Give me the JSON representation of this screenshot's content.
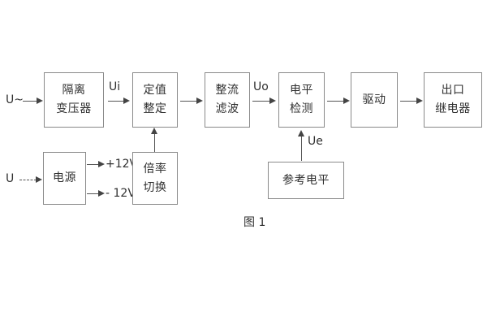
{
  "figure": {
    "caption": "图 1",
    "colors": {
      "background": "#ffffff",
      "box_border": "#8a8a8a",
      "text": "#2f2f2f",
      "connector": "#555555"
    }
  },
  "signal_chain": {
    "input_label": "U~",
    "blocks": [
      {
        "id": "isolation-transformer",
        "line1": "隔离",
        "line2": "变压器"
      },
      {
        "id": "setpoint-adjust",
        "line1": "定值",
        "line2": "整定"
      },
      {
        "id": "rectify-filter",
        "line1": "整流",
        "line2": "滤波"
      },
      {
        "id": "level-detect",
        "line1": "电平",
        "line2": "检测"
      },
      {
        "id": "drive",
        "line1": "驱动",
        "line2": ""
      },
      {
        "id": "output-relay",
        "line1": "出口",
        "line2": "继电器"
      }
    ],
    "signal_labels": {
      "ui": "Ui",
      "uo": "Uo",
      "ue": "Ue"
    }
  },
  "power_section": {
    "input_label": "U",
    "supply_block": {
      "id": "power-supply",
      "line1": "电源"
    },
    "rails": [
      {
        "id": "rail-positive",
        "label": "+12V"
      },
      {
        "id": "rail-negative",
        "label": "- 12V"
      }
    ],
    "multiplier_block": {
      "id": "multiplier-switch",
      "line1": "倍率",
      "line2": "切换"
    }
  },
  "reference_section": {
    "reference_block": {
      "id": "reference-level",
      "line1": "参考电平"
    }
  }
}
